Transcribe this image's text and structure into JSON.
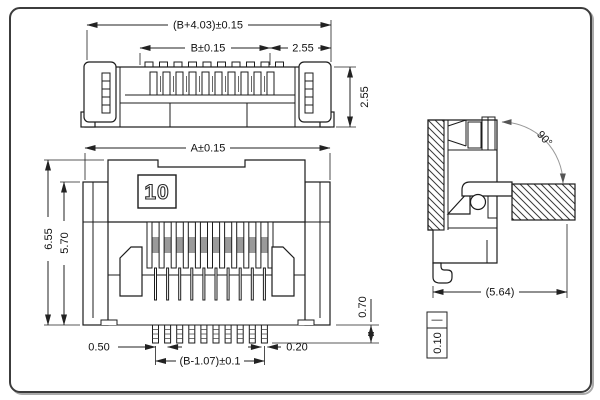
{
  "drawing": {
    "type": "connector-technical-drawing",
    "views": {
      "top": {
        "dim_overall": "(B+4.03)±0.15",
        "dim_contact_span": "B±0.15",
        "dim_end_width": "2.55",
        "dim_height": "2.55"
      },
      "front": {
        "marking": "10",
        "dim_width": "A±0.15",
        "dim_total_height": "6.55",
        "dim_body_height": "5.70",
        "dim_pitch": "0.50",
        "dim_pin_span": "(B-1.07)±0.1",
        "dim_pin_width": "0.20",
        "dim_pin_height": "0.70"
      },
      "side": {
        "dim_angle": "90°",
        "dim_depth": "(5.64)",
        "tolerance": {
          "symbol": "—",
          "value": "0.10"
        }
      }
    },
    "colors": {
      "line": "#1c1c1c",
      "dimension": "#222222",
      "arc": "#999999",
      "frame": "#3c3c3c",
      "background": "#ffffff"
    }
  }
}
